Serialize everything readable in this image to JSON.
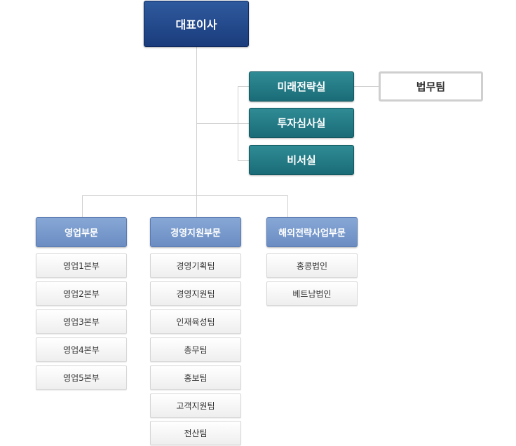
{
  "ceo": "대표이사",
  "staff": {
    "future_strategy": "미래전략실",
    "legal_team": "법무팀",
    "investment_review": "투자심사실",
    "secretariat": "비서실"
  },
  "divisions": [
    {
      "name": "영업부문",
      "teams": [
        "영업1본부",
        "영업2본부",
        "영업3본부",
        "영업4본부",
        "영업5본부"
      ]
    },
    {
      "name": "경영지원부문",
      "teams": [
        "경영기획팀",
        "경영지원팀",
        "인재육성팀",
        "총무팀",
        "홍보팀",
        "고객지원팀",
        "전산팀"
      ]
    },
    {
      "name": "해외전략사업부문",
      "teams": [
        "홍콩법인",
        "베트남법인"
      ]
    }
  ]
}
